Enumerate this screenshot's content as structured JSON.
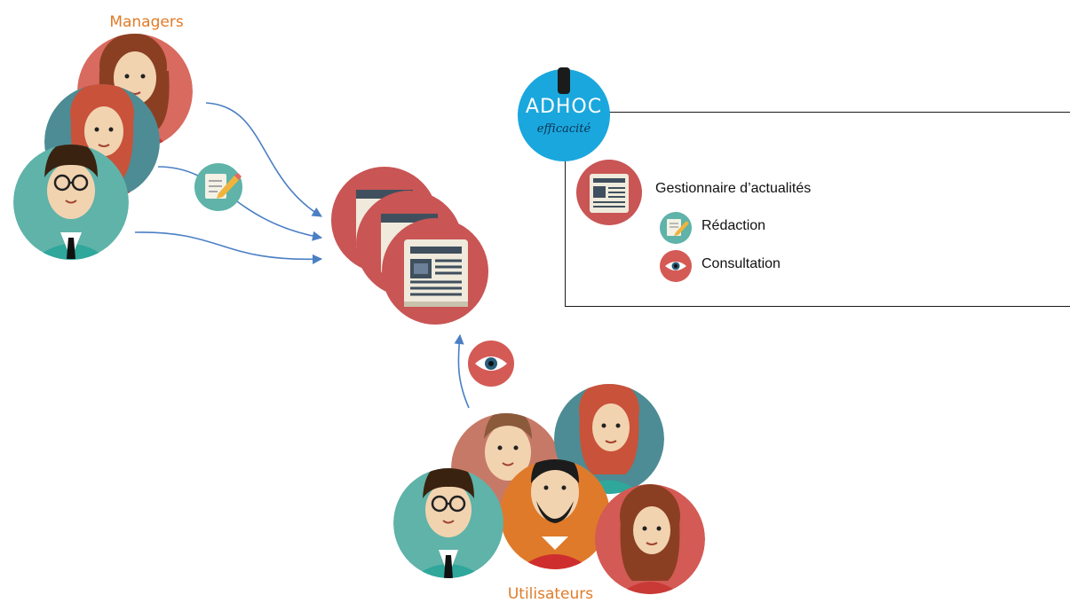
{
  "managers_label": "Managers",
  "users_label": "Utilisateurs",
  "brand": {
    "line1": "ADHOC",
    "line2": "efficacité"
  },
  "legend": {
    "title": "Gestionnaire d’actualités",
    "items": [
      {
        "label": "Rédaction",
        "icon": "pencil-icon"
      },
      {
        "label": "Consultation",
        "icon": "eye-icon"
      }
    ]
  },
  "colors": {
    "orange": "#e07b28",
    "red": "#d45a55",
    "teal": "#5fb3a9",
    "brand_blue": "#1aa7dd",
    "arrow_blue": "#4a7fc4"
  }
}
